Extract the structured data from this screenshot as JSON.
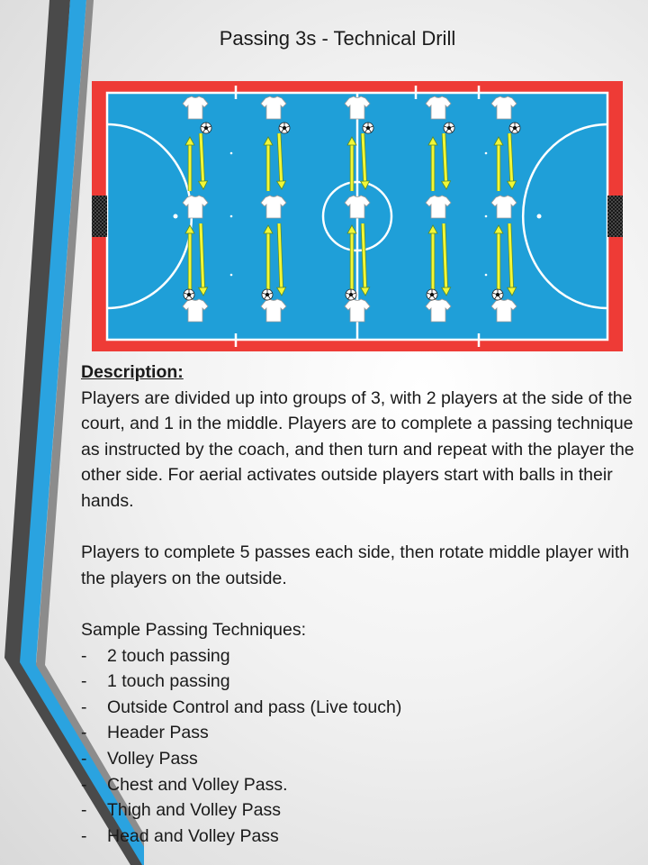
{
  "title": "Passing 3s -  Technical Drill",
  "description": {
    "heading": "Description:",
    "paragraph1": "Players are divided up into groups of 3, with 2 players at the side of the court, and 1 in the middle. Players are to complete a passing technique as instructed by the coach, and then turn and repeat with the player the other side. For aerial activates outside players start with balls in their hands.",
    "paragraph2": "Players to complete 5 passes each side, then rotate middle player with the players on the outside.",
    "techniques_heading": "Sample Passing Techniques:",
    "bullet": "-",
    "techniques": [
      "2 touch passing",
      "1 touch passing",
      "Outside Control and pass (Live touch)",
      "Header Pass",
      "Volley Pass",
      "Chest and Volley Pass.",
      "Thigh and  Volley Pass",
      "Head and Volley Pass"
    ]
  },
  "court": {
    "groups": 5,
    "players_per_group": 3,
    "colors": {
      "boundary": "#ee3b36",
      "playing_surface": "#1f9fd8",
      "lines": "#ffffff",
      "pass_arrows": "#f2f736",
      "arrow_outline": "#5a8a2a",
      "jersey": "#ffffff",
      "goal_net": "#222222"
    },
    "icons": [
      "jersey-icon",
      "football-icon",
      "arrow-icon",
      "goal-net-icon"
    ]
  },
  "theme": {
    "stripe_dark": "#4a4a4a",
    "stripe_blue": "#2aa3e0",
    "stripe_grey": "#8c8c8c"
  }
}
